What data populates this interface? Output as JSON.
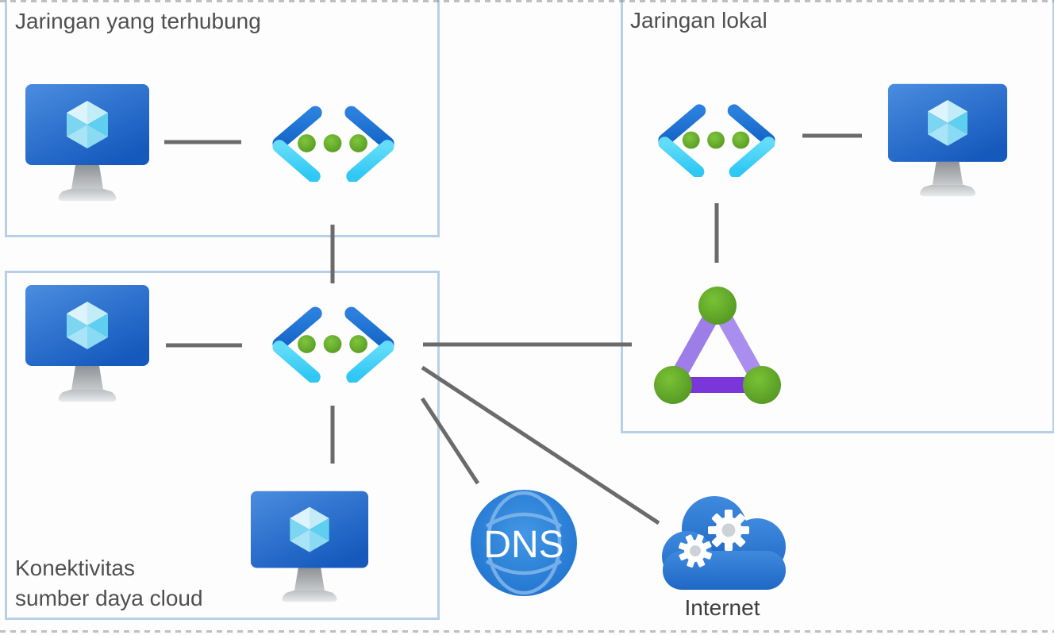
{
  "boxes": {
    "connected": {
      "label": "Jaringan yang terhubung"
    },
    "cloud_connectivity": {
      "label_line1": "Konektivitas",
      "label_line2": "sumber daya cloud"
    },
    "local": {
      "label": "Jaringan lokal"
    }
  },
  "nodes": {
    "dns": {
      "label": "DNS"
    },
    "internet": {
      "label": "Internet"
    }
  },
  "colors": {
    "box_border": "#b7cfe7",
    "connector_gray": "#6b6b6b",
    "label_text": "#4f4f4f",
    "monitor_blue_top": "#4a8de0",
    "monitor_blue_bottom": "#1559bd",
    "cube_cyan": "#7cd6f1",
    "vnet_dark_blue": "#1e72d3",
    "vnet_cyan": "#47d4f8",
    "vnet_dot_green": "#61ab2b",
    "gateway_purple_side": "#9d7de7",
    "gateway_purple_bottom": "#7a36d8",
    "gateway_green": "#5fae28",
    "dns_blue": "#2579d2",
    "cloud_blue": "#2b7bd4"
  }
}
